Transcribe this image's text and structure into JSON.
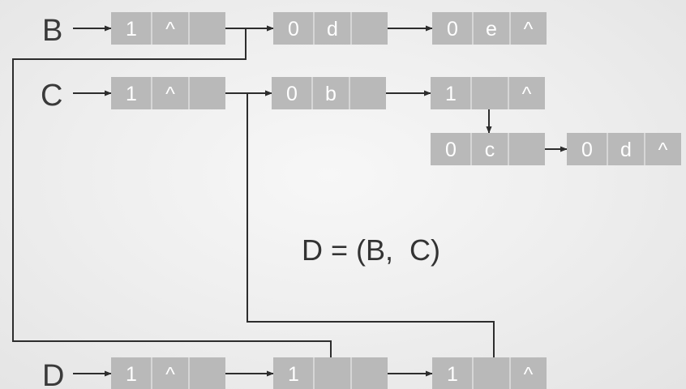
{
  "lists": [
    {
      "id": "B",
      "label": "B"
    },
    {
      "id": "C",
      "label": "C"
    },
    {
      "id": "D",
      "label": "D"
    }
  ],
  "formula": "D = (B,  C)",
  "nodes": [
    {
      "id": "b1",
      "cells": [
        "1",
        "^",
        ""
      ]
    },
    {
      "id": "b2",
      "cells": [
        "0",
        "d",
        ""
      ]
    },
    {
      "id": "b3",
      "cells": [
        "0",
        "e",
        "^"
      ]
    },
    {
      "id": "c1",
      "cells": [
        "1",
        "^",
        ""
      ]
    },
    {
      "id": "c2",
      "cells": [
        "0",
        "b",
        ""
      ]
    },
    {
      "id": "c3",
      "cells": [
        "1",
        "",
        "^"
      ]
    },
    {
      "id": "c4",
      "cells": [
        "0",
        "c",
        ""
      ]
    },
    {
      "id": "c5",
      "cells": [
        "0",
        "d",
        "^"
      ]
    },
    {
      "id": "d1",
      "cells": [
        "1",
        "^",
        ""
      ]
    },
    {
      "id": "d2",
      "cells": [
        "1",
        "",
        ""
      ]
    },
    {
      "id": "d3",
      "cells": [
        "1",
        "",
        "^"
      ]
    }
  ],
  "edges": [
    {
      "from": "B",
      "to": "b1"
    },
    {
      "from": "b1",
      "to": "b2"
    },
    {
      "from": "b2",
      "to": "b3"
    },
    {
      "from": "C",
      "to": "c1"
    },
    {
      "from": "c1",
      "to": "c2"
    },
    {
      "from": "c2",
      "to": "c3"
    },
    {
      "from": "c3",
      "to": "c4"
    },
    {
      "from": "c4",
      "to": "c5"
    },
    {
      "from": "D",
      "to": "d1"
    },
    {
      "from": "d1",
      "to": "d2"
    },
    {
      "from": "d2",
      "to": "d3"
    },
    {
      "from": "d2",
      "to": "b2"
    },
    {
      "from": "d3",
      "to": "c2"
    }
  ]
}
